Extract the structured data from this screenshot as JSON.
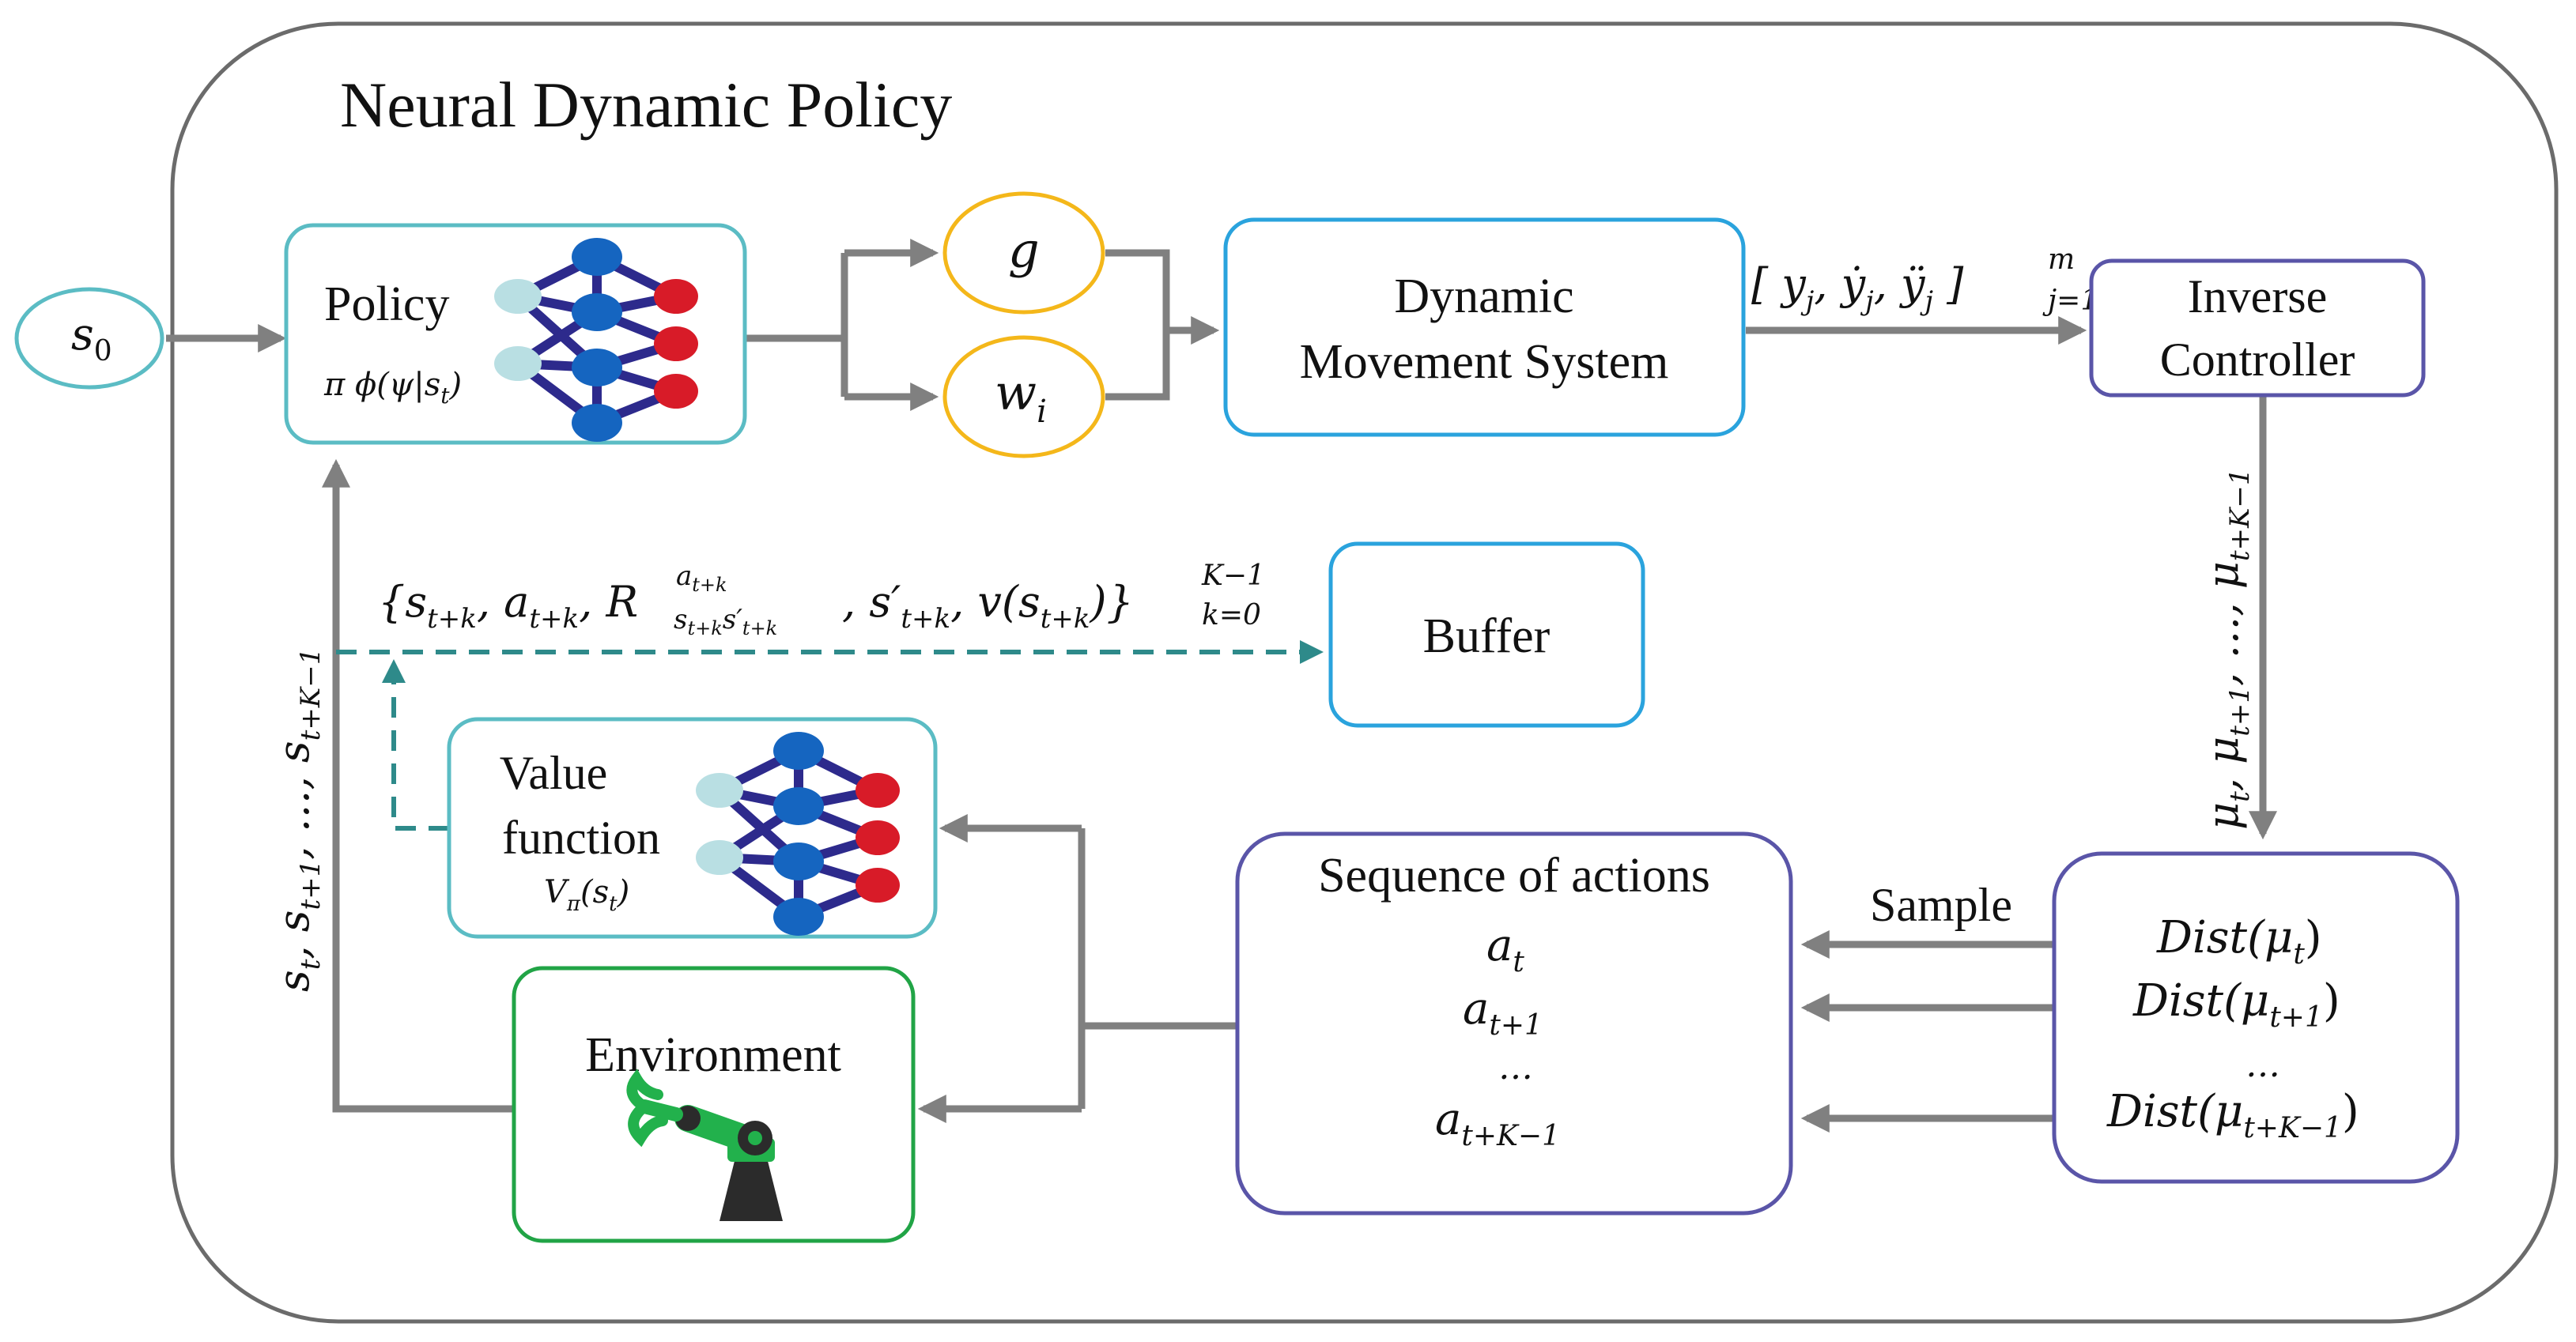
{
  "title": "Neural Dynamic Policy",
  "nodes": {
    "s0": {
      "base": "s",
      "sub": "0"
    },
    "policy": {
      "label": "Policy",
      "formula": "π ϕ(ψ|s",
      "formula_sub": "t",
      "formula_end": ")"
    },
    "g": {
      "label": "g"
    },
    "wi": {
      "base": "w",
      "sub": "i"
    },
    "dms": {
      "line1": "Dynamic",
      "line2": "Movement System"
    },
    "inverse": {
      "line1": "Inverse",
      "line2": "Controller"
    },
    "buffer": {
      "label": "Buffer"
    },
    "value": {
      "line1": "Value",
      "line2": "function",
      "formula": "V",
      "formula_sub": "π",
      "formula_end": "(s",
      "formula_sub2": "t",
      "formula_end2": ")"
    },
    "environment": {
      "label": "Environment"
    },
    "sequence": {
      "title": "Sequence of actions",
      "items": [
        "a",
        "a",
        "…",
        "a"
      ],
      "item_subs": [
        "t",
        "t+1",
        "",
        "t+K−1"
      ]
    },
    "dist": {
      "prefix": "Dist",
      "items": [
        "(μ",
        "(μ",
        "…",
        "(μ"
      ],
      "item_subs": [
        "t",
        "t+1",
        "",
        "t+K−1"
      ]
    }
  },
  "edge_labels": {
    "trajectory": "[ y_j, ẏ_j, ÿ_j ]_{j=1}^m",
    "trajectory_parts": {
      "open": "[ y",
      "sub1": "j",
      "sep1": ", ẏ",
      "sub2": "j",
      "sep2": ", ÿ",
      "sub3": "j",
      "close": " ]",
      "sub_range": "j=1",
      "sup_range": "m"
    },
    "mus": "μt, μt+1, …, μt+K−1",
    "mus_parts": {
      "mu": "μ",
      "subs": [
        "t",
        "t+1",
        "t+K−1"
      ],
      "dots": "…"
    },
    "states": "st, st+1, …, st+K−1",
    "states_parts": {
      "s": "s",
      "subs": [
        "t",
        "t+1",
        "t+K−1"
      ],
      "dots": "…"
    },
    "sample": "Sample",
    "buffer_tuple": "{s_{t+k}, a_{t+k}, R^{a_{t+k}}_{s_{t+k}s'_{t+k}}, s'_{t+k}, v(s_{t+k})}_{k=0}^{K−1}",
    "buffer_tuple_parts": {
      "open": "{s",
      "s_sub": "t+k",
      "a": ", a",
      "a_sub": "t+k",
      "R": ", R",
      "R_sup": "a",
      "R_sup_sub": "t+k",
      "R_sub": "s",
      "R_sub_sub": "t+k",
      "R_sub_s2": "s′",
      "R_sub_sub2": "t+k",
      "sp": " , s′",
      "sp_sub": "t+k",
      "v": ", v(s",
      "v_sub": "t+k",
      "close": ")}",
      "range_sub": "k=0",
      "range_sup": "K−1"
    }
  },
  "colors": {
    "outer_border": "#6b6b6b",
    "arrow": "#808080",
    "teal": "#5bbcc4",
    "blue_box": "#2aa3dd",
    "yellow": "#f4b71a",
    "purple": "#5a55a8",
    "green": "#21a446",
    "dashed": "#2e8a8a",
    "nn_node_blue": "#1565c0",
    "nn_node_red": "#d81b28",
    "nn_node_light": "#b9dfe3",
    "nn_edge": "#2d2a8c",
    "robot_green": "#22b14c",
    "robot_dark": "#2b2b2b"
  }
}
